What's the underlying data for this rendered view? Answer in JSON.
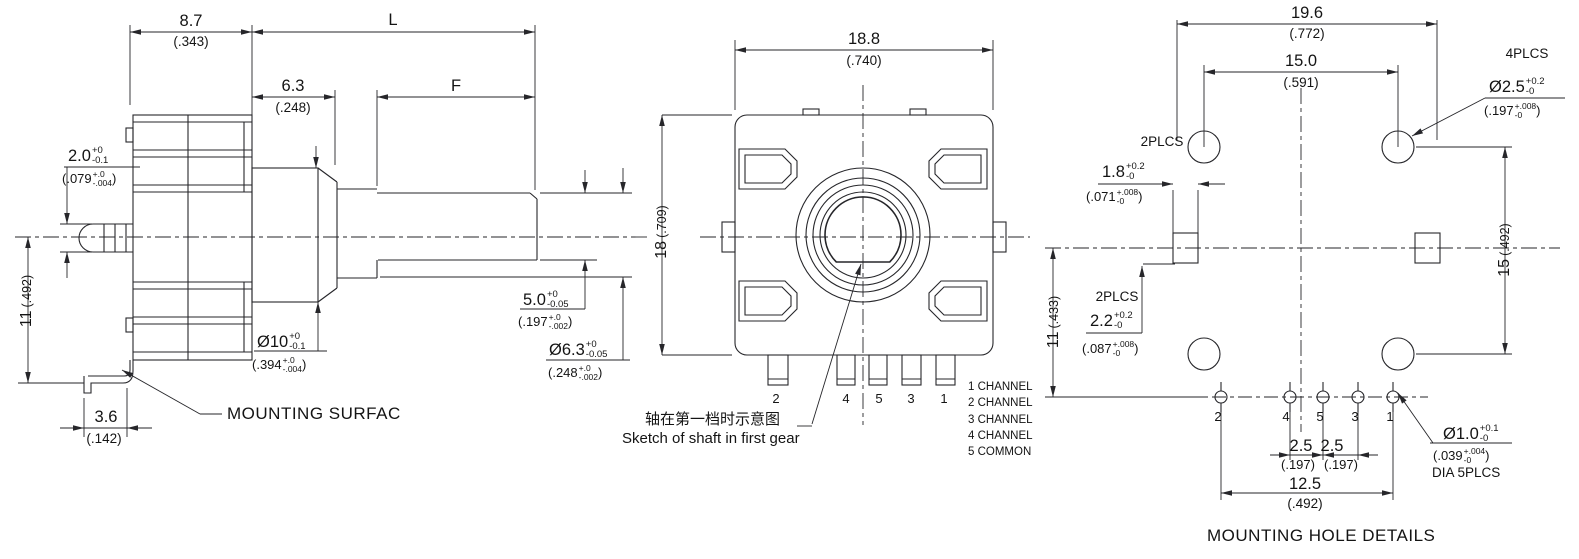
{
  "side": {
    "dim87": {
      "mm": "8.7",
      "in": "(.343)"
    },
    "dimL": "L",
    "dim63": {
      "mm": "6.3",
      "in": "(.248)"
    },
    "dimF": "F",
    "dim20": {
      "mm": "2.0",
      "tp": "+0",
      "tm": "-0.1",
      "ino": "(.079",
      "itp": "+.0",
      "itm": "-.004",
      "inc": ")"
    },
    "dim11": {
      "mm": "11",
      "in": "(.492)"
    },
    "dim36": {
      "mm": "3.6",
      "in": "(.142)"
    },
    "dia10": {
      "mm": "Ø10",
      "tp": "+0",
      "tm": "-0.1",
      "ino": "(.394",
      "itp": "+.0",
      "itm": "-.004",
      "inc": ")"
    },
    "dim50": {
      "mm": "5.0",
      "tp": "+0",
      "tm": "-0.05",
      "ino": "(.197",
      "itp": "+.0",
      "itm": "-.002",
      "inc": ")"
    },
    "dia63": {
      "mm": "Ø6.3",
      "tp": "+0",
      "tm": "-0.05",
      "ino": "(.248",
      "itp": "+.0",
      "itm": "-.002",
      "inc": ")"
    },
    "mounting_surface": "MOUNTING SURFAC"
  },
  "front": {
    "dim188": {
      "mm": "18.8",
      "in": "(.740)"
    },
    "dim18": {
      "mm": "18",
      "in": "(.709)"
    },
    "pins": [
      "2",
      "4",
      "5",
      "3",
      "1"
    ],
    "channels": [
      "1 CHANNEL",
      "2 CHANNEL",
      "3 CHANNEL",
      "4 CHANNEL",
      "5 COMMON"
    ],
    "caption_cn": "轴在第一档时示意图",
    "caption_en": "Sketch of shaft in first gear"
  },
  "mount": {
    "dim196": {
      "mm": "19.6",
      "in": "(.772)"
    },
    "dim150": {
      "mm": "15.0",
      "in": "(.591)"
    },
    "plcs4": "4PLCS",
    "dia25": {
      "mm": "Ø2.5",
      "tp": "+0.2",
      "tm": "-0",
      "ino": "(.197",
      "itp": "+.008",
      "itm": "-0",
      "inc": ")"
    },
    "plcs2a": "2PLCS",
    "dim18t": {
      "mm": "1.8",
      "tp": "+0.2",
      "tm": "-0",
      "ino": "(.071",
      "itp": "+.008",
      "itm": "-0",
      "inc": ")"
    },
    "plcs2b": "2PLCS",
    "dim22": {
      "mm": "2.2",
      "tp": "+0.2",
      "tm": "-0",
      "ino": "(.087",
      "itp": "+.008",
      "itm": "-0",
      "inc": ")"
    },
    "dim15": {
      "mm": "15",
      "in": "(.492)"
    },
    "dim11": {
      "mm": "11",
      "in": "(.433)"
    },
    "pins": [
      "2",
      "4",
      "5",
      "3",
      "1"
    ],
    "dim25a": {
      "mm": "2.5",
      "in": "(.197)"
    },
    "dim25b": {
      "mm": "2.5",
      "in": "(.197)"
    },
    "dim125": {
      "mm": "12.5",
      "in": "(.492)"
    },
    "dia10": {
      "mm": "Ø1.0",
      "tp": "+0.1",
      "tm": "-0",
      "ino": "(.039",
      "itp": "+.004",
      "itm": "-0",
      "inc": ")"
    },
    "dia5plcs": "DIA 5PLCS",
    "title": "MOUNTING HOLE DETAILS"
  },
  "colors": {
    "line": "#26262a",
    "text": "#141414",
    "bg": "#ffffff"
  }
}
